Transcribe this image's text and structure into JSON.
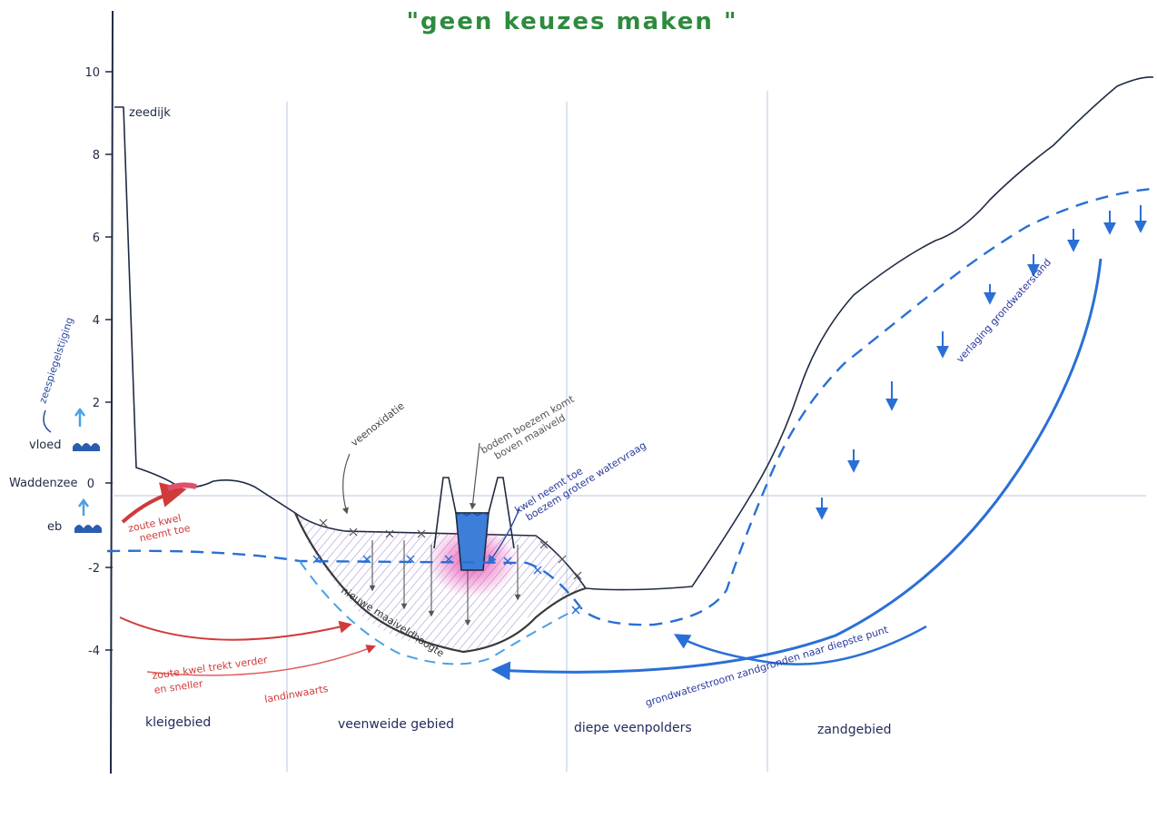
{
  "title": "\"geen keuzes maken \"",
  "y_axis": {
    "ticks": [
      "10",
      "8",
      "6",
      "4",
      "2",
      "0",
      "-2",
      "-4"
    ],
    "side_labels": {
      "vloed": "vloed",
      "waddenzee": "Waddenzee",
      "eb": "eb"
    }
  },
  "labels": {
    "zeedijk": "zeedijk",
    "zeespiegelstijging": "zeespiegelstijging",
    "zoute_kwel_neemt_toe": [
      "zoute kwel",
      "neemt toe"
    ],
    "veenoxidatie": "veenoxidatie",
    "bodem_boezem": [
      "bodem boezem komt",
      "boven maaiveld"
    ],
    "kwel_neemt_toe": [
      "kwel neemt toe",
      "boezem grotere watervraag"
    ],
    "nieuwe_maaiveldhoogte": "nieuwe maaiveldhoogte",
    "zoute_kwel_trekt_verder": [
      "zoute kwel trekt verder",
      "en sneller"
    ],
    "landinwaarts": "landinwaarts",
    "verlaging_grondwaterstand": "verlaging grondwaterstand",
    "grondwaterstroom": "grondwaterstroom zandgronden naar diepste punt"
  },
  "regions": [
    "kleigebied",
    "veenweide gebied",
    "diepe veenpolders",
    "zandgebied"
  ],
  "colors": {
    "title": "#2e8b3e",
    "ink": "#1f2a44",
    "red": "#d13a3a",
    "blue": "#2a6fd6",
    "light_blue": "#4aa0e6",
    "purple": "#8a6fc8",
    "magenta": "#e23aa8",
    "grid": "#b8c8e0"
  }
}
